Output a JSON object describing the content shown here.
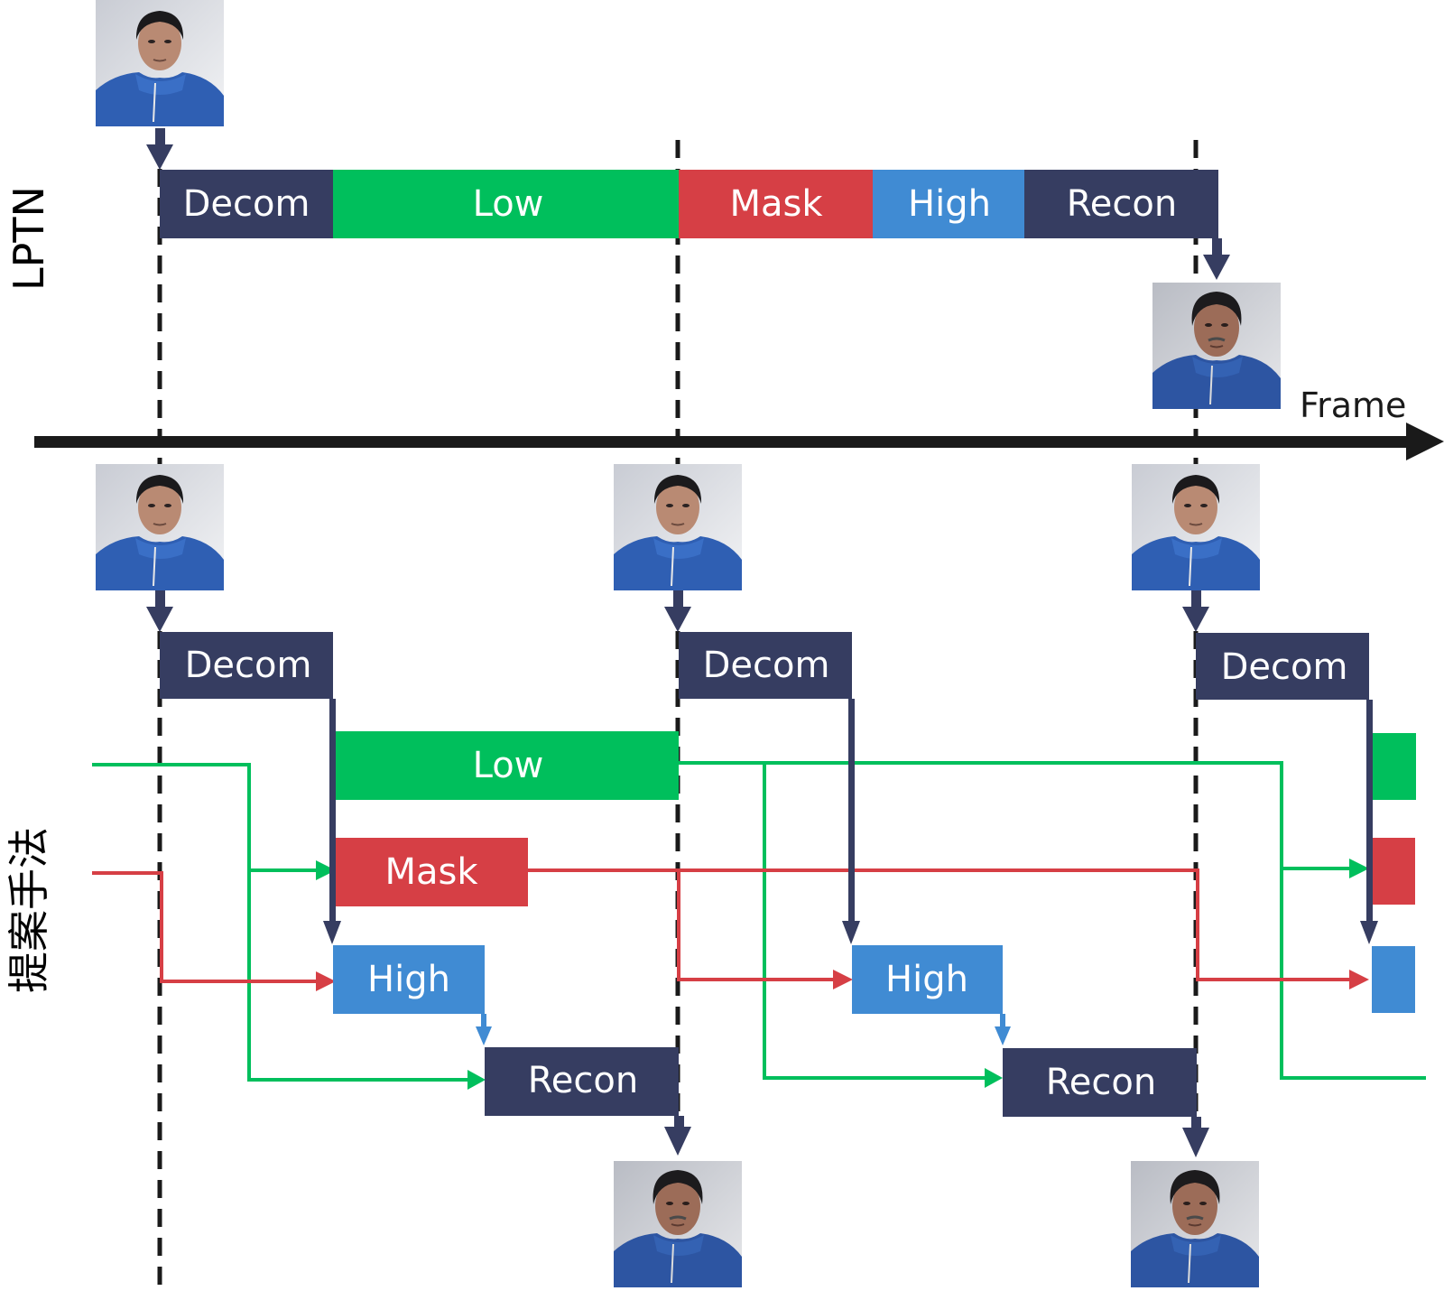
{
  "colors": {
    "decom": "#363d61",
    "recon": "#363d61",
    "low": "#00bf5c",
    "mask": "#d63f45",
    "high": "#408bd3",
    "axis": "#1a1a1a",
    "dash": "#1a1a1a"
  },
  "labels": {
    "lptn_row": "LPTN",
    "proposed_row": "提案手法",
    "time_axis": "Frame"
  },
  "lptn": {
    "blocks": [
      {
        "id": "decom",
        "label": "Decom"
      },
      {
        "id": "low",
        "label": "Low"
      },
      {
        "id": "mask",
        "label": "Mask"
      },
      {
        "id": "high",
        "label": "High"
      },
      {
        "id": "recon",
        "label": "Recon"
      }
    ],
    "input_image": "face-input-frame",
    "output_image": "face-output-frame"
  },
  "proposed": {
    "frames": [
      {
        "blocks": [
          {
            "id": "decom",
            "label": "Decom"
          },
          {
            "id": "low",
            "label": "Low"
          },
          {
            "id": "mask",
            "label": "Mask"
          },
          {
            "id": "high",
            "label": "High"
          },
          {
            "id": "recon",
            "label": "Recon"
          }
        ]
      },
      {
        "blocks": [
          {
            "id": "decom",
            "label": "Decom"
          },
          {
            "id": "high",
            "label": "High"
          },
          {
            "id": "recon",
            "label": "Recon"
          }
        ]
      },
      {
        "blocks": [
          {
            "id": "decom",
            "label": "Decom"
          },
          {
            "id": "low",
            "label": ""
          },
          {
            "id": "mask",
            "label": ""
          },
          {
            "id": "high",
            "label": ""
          }
        ]
      }
    ]
  }
}
